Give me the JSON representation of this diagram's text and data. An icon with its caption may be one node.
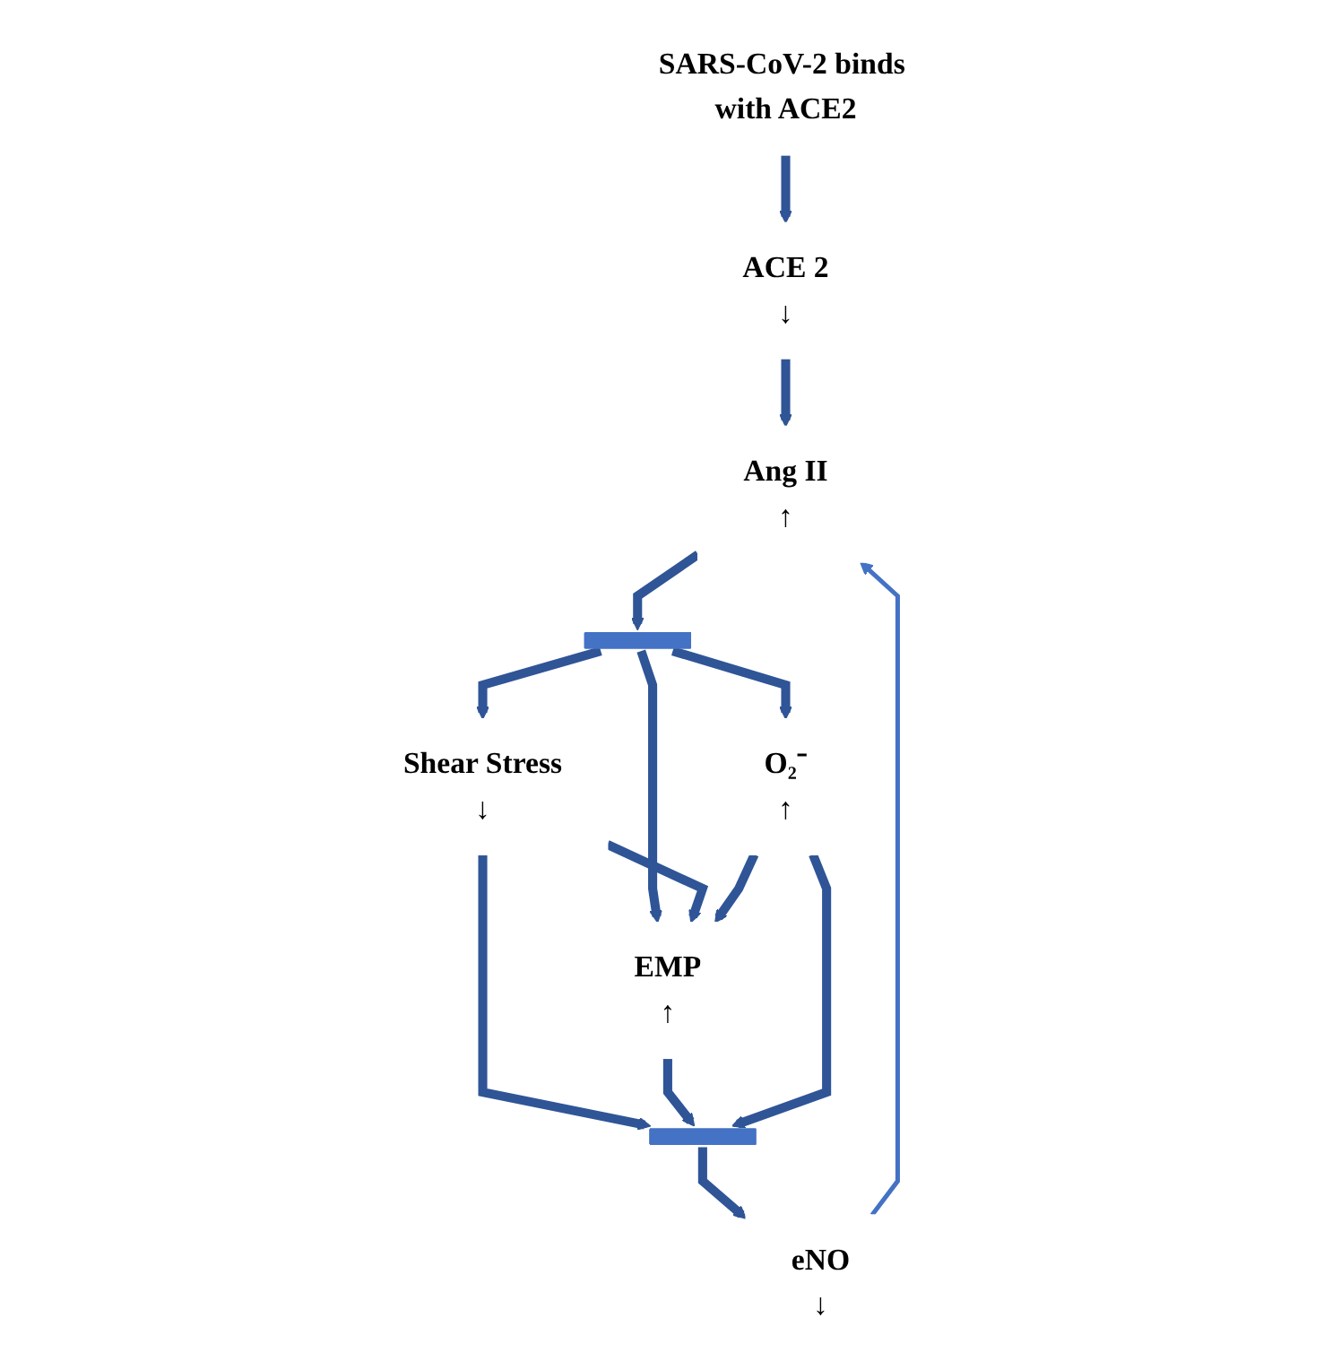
{
  "diagram": {
    "nodes": [
      {
        "text": [
          "SARS-CoV-2 binds with ACE2"
        ]
      },
      {
        "text": [
          "ACE 2",
          "↓"
        ]
      },
      {
        "text": [
          "Ang II",
          "↑"
        ]
      },
      {
        "text": [],
        "shape": "bar"
      },
      {
        "text": [
          "Shear Stress",
          "↓"
        ]
      },
      {
        "text": [
          "EMP",
          "↑"
        ]
      },
      {
        "text": [
          "O₂⁻",
          "↑"
        ]
      },
      {
        "text": [],
        "shape": "bar"
      },
      {
        "text": [
          "eNO",
          "↓"
        ]
      }
    ],
    "edges": [
      {
        "from": 0,
        "to": 1,
        "arrow": "to"
      },
      {
        "from": 1,
        "to": 2,
        "arrow": "to"
      },
      {
        "from": 2,
        "to": 3,
        "arrow": "to"
      },
      {
        "from": 3,
        "to": 4,
        "arrow": "to"
      },
      {
        "from": 3,
        "to": 5,
        "arrow": "to"
      },
      {
        "from": 3,
        "to": 6,
        "arrow": "to"
      },
      {
        "from": 4,
        "to": 5,
        "arrow": "to"
      },
      {
        "from": 6,
        "to": 5,
        "arrow": "to"
      },
      {
        "from": 4,
        "to": 7,
        "arrow": "to"
      },
      {
        "from": 5,
        "to": 7,
        "arrow": "to"
      },
      {
        "from": 6,
        "to": 7,
        "arrow": "to"
      },
      {
        "from": 7,
        "to": 8,
        "arrow": "to"
      },
      {
        "from": 8,
        "to": 2,
        "arrow": "to",
        "color": "#4472c4"
      }
    ]
  }
}
